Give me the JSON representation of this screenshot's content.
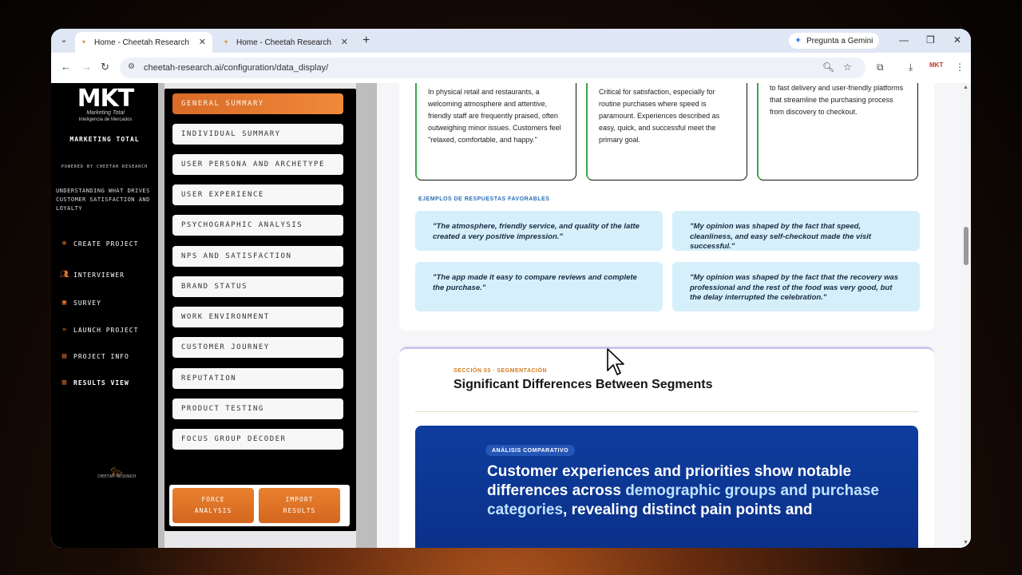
{
  "browser": {
    "tabs": [
      {
        "title": "Home - Cheetah Research",
        "active": true
      },
      {
        "title": "Home - Cheetah Research",
        "active": false
      }
    ],
    "gemini_label": "Pregunta a Gemini",
    "url": "cheetah-research.ai/configuration/data_display/",
    "profile_badge": "MKT"
  },
  "sidebar": {
    "logo": {
      "mark": "MKT",
      "line1": "Marketing Total",
      "line2": "Inteligencia de Mercados"
    },
    "brand": "MARKETING TOTAL",
    "powered": "POWERED BY CHEETAH RESEARCH",
    "tagline": "UNDERSTANDING WHAT DRIVES CUSTOMER SATISFACTION AND LOYALTY",
    "nav": [
      {
        "label": "CREATE PROJECT",
        "icon": "plus-circle-icon"
      },
      {
        "label": "INTERVIEWER",
        "icon": "users-icon"
      },
      {
        "label": "SURVEY",
        "icon": "clipboard-icon"
      },
      {
        "label": "LAUNCH PROJECT",
        "icon": "fast-forward-icon"
      },
      {
        "label": "PROJECT INFO",
        "icon": "document-icon"
      },
      {
        "label": "RESULTS VIEW",
        "icon": "bar-chart-icon"
      }
    ],
    "footer_logo": "CHEETAH RESEARCH"
  },
  "menu": {
    "items": [
      "GENERAL SUMMARY",
      "INDIVIDUAL SUMMARY",
      "USER PERSONA AND ARCHETYPE",
      "USER EXPERIENCE",
      "PSYCHOGRAPHIC ANALYSIS",
      "NPS AND SATISFACTION",
      "BRAND STATUS",
      "WORK ENVIRONMENT",
      "CUSTOMER JOURNEY",
      "REPUTATION",
      "PRODUCT TESTING",
      "FOCUS GROUP DECODER"
    ],
    "active_index": 0,
    "actions": {
      "force": "FORCE ANALYSIS",
      "import": "IMPORT RESULTS"
    }
  },
  "content": {
    "cards": [
      "In physical retail and restaurants, a welcoming atmosphere and attentive, friendly staff are frequently praised, often outweighing minor issues. Customers feel \"relaxed, comfortable, and happy.\"",
      "Critical for satisfaction, especially for routine purchases where speed is paramount. Experiences described as easy, quick, and successful meet the primary goal.",
      "In the digital space, satisfaction translates to fast delivery and user-friendly platforms that streamline the purchasing process from discovery to checkout."
    ],
    "examples_label": "EJEMPLOS DE RESPUESTAS FAVORABLES",
    "quotes": [
      "\"The atmosphere, friendly service, and quality of the latte created a very positive impression.\"",
      "\"My opinion was shaped by the fact that speed, cleanliness, and easy self-checkout made the visit successful.\"",
      "\"The app made it easy to compare reviews and complete the purchase.\"",
      "\"My opinion was shaped by the fact that the recovery was professional and the rest of the food was very good, but the delay interrupted the celebration.\""
    ],
    "section": {
      "label": "SECCIÓN 03 · SEGMENTACIÓN",
      "title": "Significant Differences Between Segments",
      "badge": "ANÁLISIS COMPARATIVO",
      "text_a": "Customer experiences and priorities show notable differences across ",
      "text_hl": "demographic groups and purchase categories",
      "text_b": ", revealing distinct pain points and"
    }
  },
  "colors": {
    "accent": "#e8742a",
    "green": "#3aa64c",
    "blue_box": "#0e3d9e",
    "quote_bg": "#d6f0fb"
  }
}
